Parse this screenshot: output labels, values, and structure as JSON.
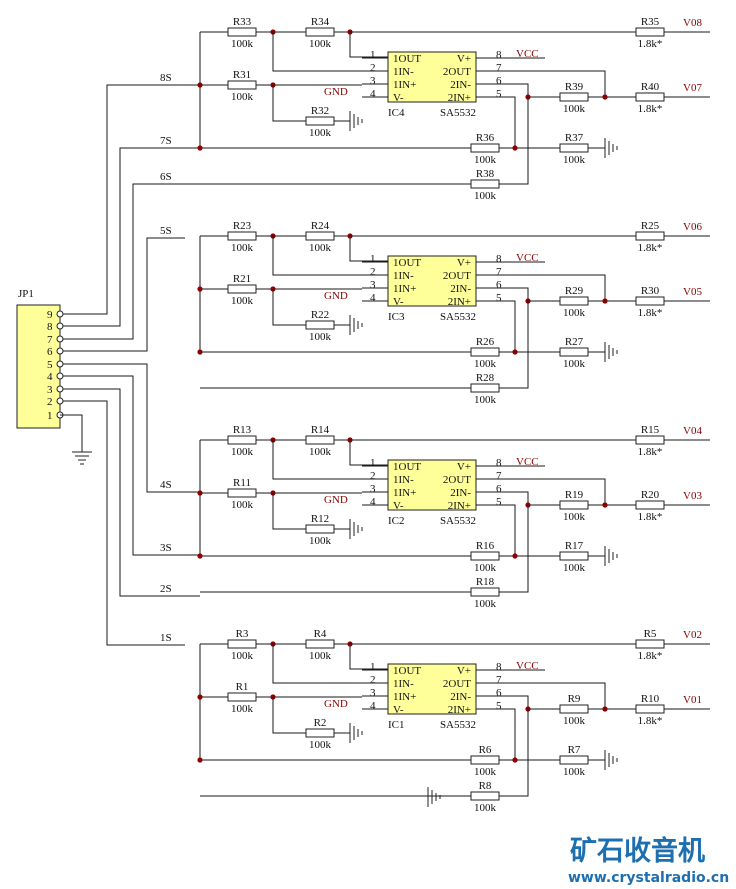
{
  "connector": {
    "ref": "JP1",
    "pins": [
      "9",
      "8",
      "7",
      "6",
      "5",
      "4",
      "3",
      "2",
      "1"
    ]
  },
  "nets": {
    "vcc": "VCC",
    "gnd": "GND",
    "lines": [
      "8S",
      "7S",
      "6S",
      "5S",
      "4S",
      "3S",
      "2S",
      "1S"
    ]
  },
  "ic_pins": {
    "left_names": [
      "1OUT",
      "1IN-",
      "1IN+",
      "V-"
    ],
    "right_names": [
      "V+",
      "2OUT",
      "2IN-",
      "2IN+"
    ],
    "left_nums": [
      "1",
      "2",
      "3",
      "4"
    ],
    "right_nums": [
      "8",
      "7",
      "6",
      "5"
    ]
  },
  "stages": [
    {
      "ic": "IC4",
      "part": "SA5532",
      "r_a": "R33",
      "r_b": "R34",
      "r_c": "R31",
      "r_d": "R32",
      "r_e": "R36",
      "r_f": "R37",
      "r_g": "R38",
      "r_h": "R39",
      "r_out1": "R35",
      "r_out2": "R40",
      "out1": "V08",
      "out2": "V07"
    },
    {
      "ic": "IC3",
      "part": "SA5532",
      "r_a": "R23",
      "r_b": "R24",
      "r_c": "R21",
      "r_d": "R22",
      "r_e": "R26",
      "r_f": "R27",
      "r_g": "R28",
      "r_h": "R29",
      "r_out1": "R25",
      "r_out2": "R30",
      "out1": "V06",
      "out2": "V05"
    },
    {
      "ic": "IC2",
      "part": "SA5532",
      "r_a": "R13",
      "r_b": "R14",
      "r_c": "R11",
      "r_d": "R12",
      "r_e": "R16",
      "r_f": "R17",
      "r_g": "R18",
      "r_h": "R19",
      "r_out1": "R15",
      "r_out2": "R20",
      "out1": "V04",
      "out2": "V03"
    },
    {
      "ic": "IC1",
      "part": "SA5532",
      "r_a": "R3",
      "r_b": "R4",
      "r_c": "R1",
      "r_d": "R2",
      "r_e": "R6",
      "r_f": "R7",
      "r_g": "R8",
      "r_h": "R9",
      "r_out1": "R5",
      "r_out2": "R10",
      "out1": "V02",
      "out2": "V01"
    }
  ],
  "values": {
    "std": "100k",
    "out": "1.8k*"
  },
  "watermark": {
    "title": "矿石收音机",
    "url": "www.crystalradio.cn"
  },
  "colors": {
    "ic_fill": "#ffff99",
    "net_label": "#8b0000",
    "junction": "#8b0000",
    "wire": "#1a1a1a",
    "watermark": "#1e6fb0"
  }
}
